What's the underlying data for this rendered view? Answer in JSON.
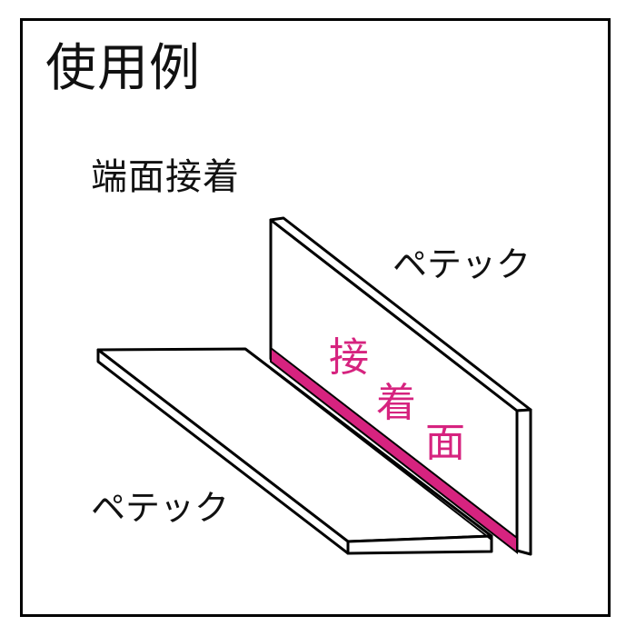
{
  "title": "使用例",
  "diagram": {
    "end_bonding_label": "端面接着",
    "panel_label_upright": "ペテック",
    "panel_label_flat": "ペテック",
    "adhesive_face_chars": [
      "接",
      "着",
      "面"
    ],
    "colors": {
      "adhesive": "#d6237f",
      "outline": "#000000"
    }
  }
}
